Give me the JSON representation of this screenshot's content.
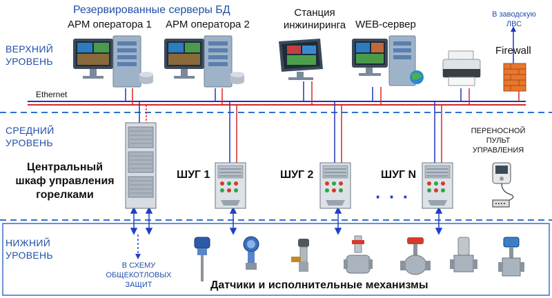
{
  "levels": {
    "upper": "ВЕРХНИЙ\nУРОВЕНЬ",
    "middle": "СРЕДНИЙ\nУРОВЕНЬ",
    "lower": "НИЖНИЙ\nУРОВЕНЬ"
  },
  "upper": {
    "servers_title": "Резервированные серверы БД",
    "arm1": "АРМ оператора 1",
    "arm2": "АРМ оператора 2",
    "engineering": "Станция\nинжиниринга",
    "web": "WEB-сервер",
    "factory_lan": "В заводскую\nЛВС",
    "firewall": "Firewall",
    "ethernet": "Ethernet"
  },
  "middle": {
    "central_cabinet": "Центральный\nшкаф управления\nгорелками",
    "shug1": "ШУГ 1",
    "shug2": "ШУГ 2",
    "shugN": "ШУГ N",
    "dots": "· · ·",
    "portable_panel": "ПЕРЕНОСНОЙ\nПУЛЬТ\nУПРАВЛЕНИЯ"
  },
  "lower": {
    "protection": "В СХЕМУ\nОБЩЕКОТЛОВЫХ\nЗАЩИТ",
    "devices": "Датчики и исполнительные механизмы"
  },
  "colors": {
    "accent_blue": "#1f4fa8",
    "line_red": "#d62728",
    "line_blue": "#2233bb",
    "dashed": "#1f5fbf"
  }
}
